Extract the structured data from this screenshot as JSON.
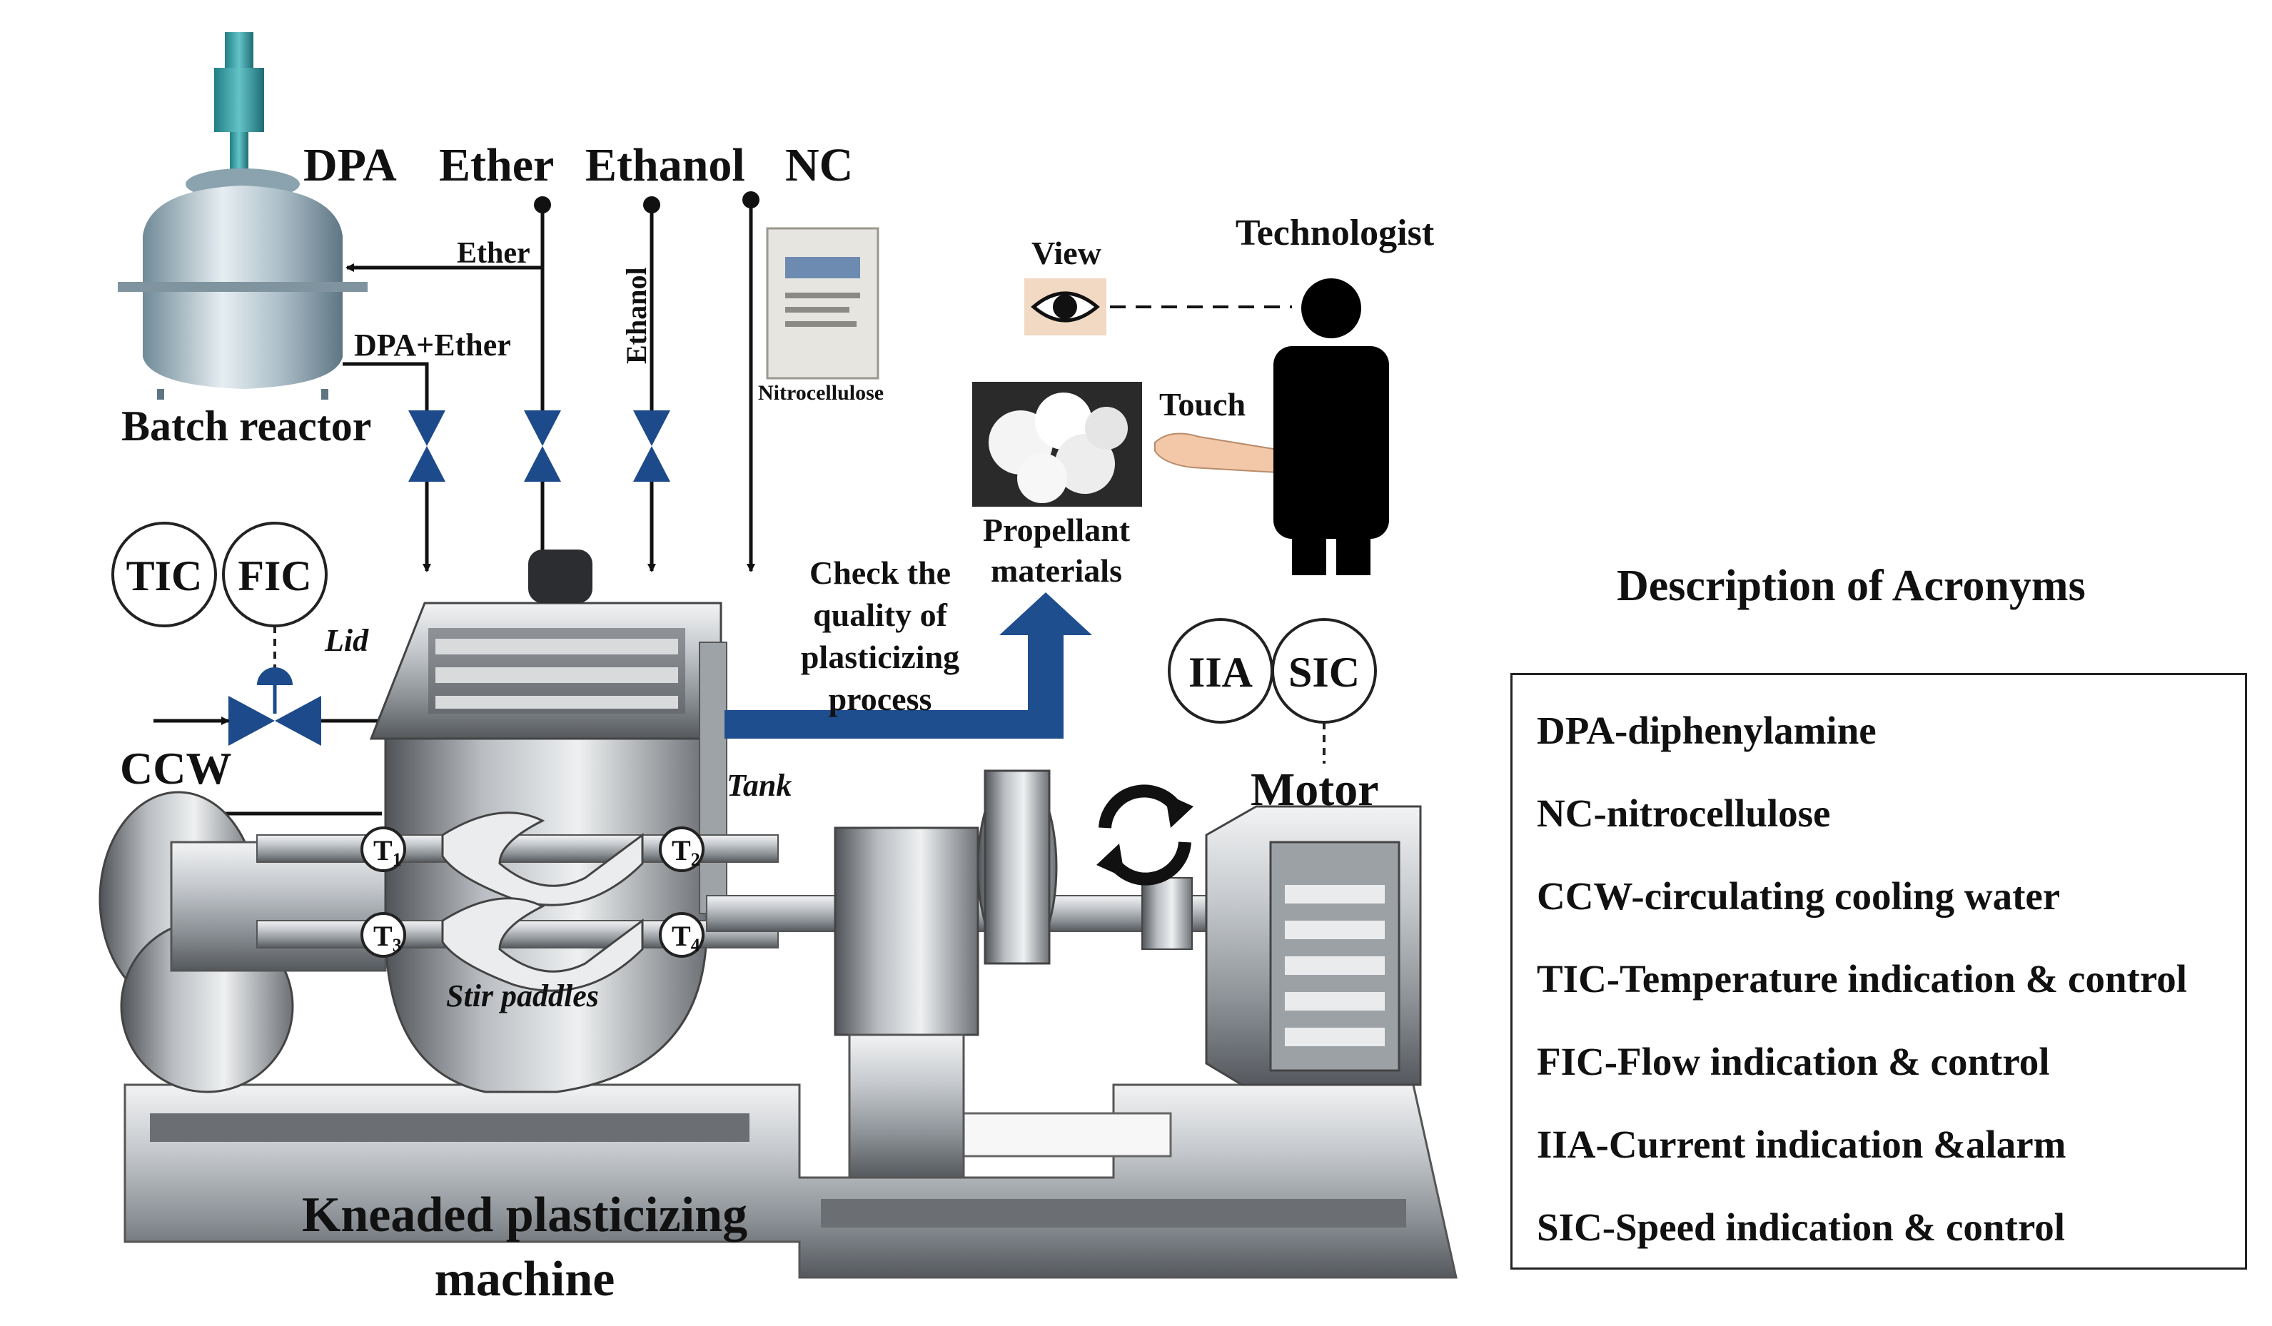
{
  "feeds": {
    "dpa": "DPA",
    "ether": "Ether",
    "ethanol": "Ethanol",
    "nc": "NC"
  },
  "lines": {
    "ether_line": "Ether",
    "dpa_ether_line": "DPA+Ether",
    "ethanol_line": "Ethanol"
  },
  "equipment": {
    "batch_reactor": "Batch reactor",
    "nitrocellulose": "Nitrocellulose",
    "lid": "Lid",
    "tank": "Tank",
    "stir_paddles": "Stir paddles",
    "motor": "Motor",
    "machine_line1": "Kneaded plasticizing",
    "machine_line2": "machine"
  },
  "instruments": {
    "tic": "TIC",
    "fic": "FIC",
    "iia": "IIA",
    "sic": "SIC",
    "ccw": "CCW"
  },
  "sensors": [
    "T",
    "T",
    "T",
    "T"
  ],
  "sensor_subs": [
    "1",
    "2",
    "3",
    "4"
  ],
  "check": {
    "line1": "Check the",
    "line2": "quality of",
    "line3": "plasticizing",
    "line4": "process"
  },
  "product": {
    "line1": "Propellant",
    "line2": "materials"
  },
  "operator": {
    "title": "Technologist",
    "view": "View",
    "touch": "Touch"
  },
  "acronyms": {
    "title": "Description of Acronyms",
    "items": [
      "DPA-diphenylamine",
      "NC-nitrocellulose",
      "CCW-circulating cooling water",
      "TIC-Temperature indication & control",
      "FIC-Flow indication & control",
      "IIA-Current indication &alarm",
      "SIC-Speed indication & control"
    ]
  },
  "colors": {
    "valve": "#1d4a8a",
    "arrow_blue": "#1f4e8f",
    "steel_dark": "#5a5e63",
    "steel_light": "#d9dcdf"
  }
}
